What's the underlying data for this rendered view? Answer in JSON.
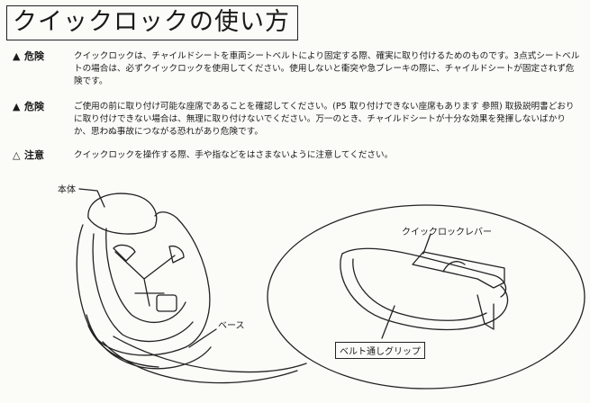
{
  "title": "クイックロックの使い方",
  "notices": [
    {
      "mark": "▲",
      "label": "危険",
      "text": "クイックロックは、チャイルドシートを車両シートベルトにより固定する際、確実に取り付けるためのものです。3点式シートベルトの場合は、必ずクイックロックを使用してください。使用しないと衝突や急ブレーキの際に、チャイルドシートが固定されず危険です。"
    },
    {
      "mark": "▲",
      "label": "危険",
      "text": "ご使用の前に取り付け可能な座席であることを確認してください。(P5 取り付けできない座席もあります 参照) 取扱説明書どおりに取り付けできない場合は、無理に取り付けないでください。万一のとき、チャイルドシートが十分な効果を発揮しないばかりか、思わぬ事故につながる恐れがあり危険です。"
    },
    {
      "mark": "△",
      "label": "注意",
      "text": "クイックロックを操作する際、手や指などをはさまないように注意してください。"
    }
  ],
  "figure": {
    "label_body": "本体",
    "label_base": "ベース",
    "label_lever": "クイックロックレバー",
    "label_grip": "ベルト通しグリップ"
  }
}
